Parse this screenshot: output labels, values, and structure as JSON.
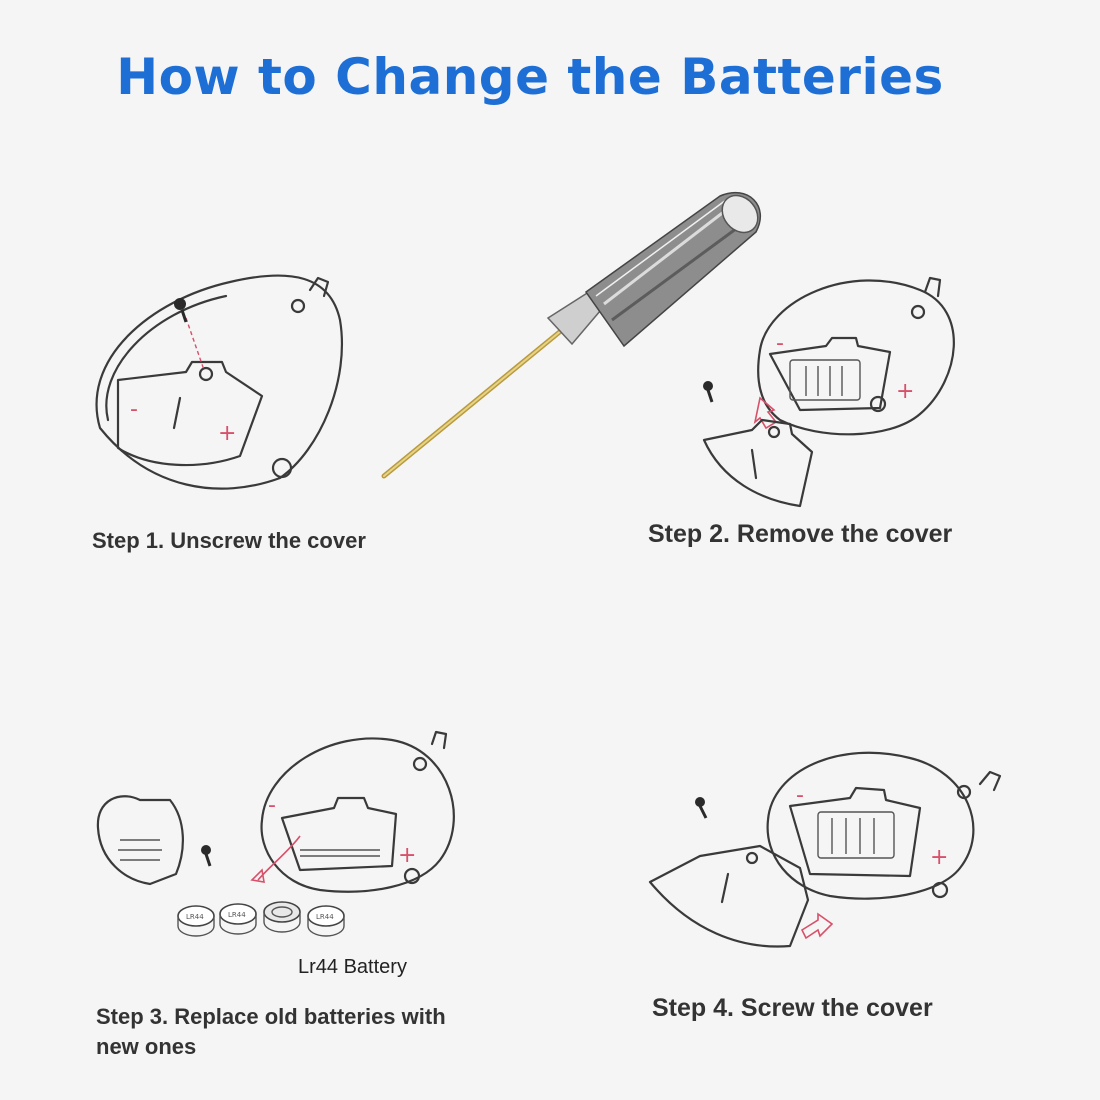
{
  "title": "How to Change the Batteries",
  "steps": {
    "step1": "Step 1. Unscrew the cover",
    "step2": "Step 2. Remove the cover",
    "step3": "Step 3. Replace old batteries with new ones",
    "step4": "Step 4. Screw the cover"
  },
  "battery_label": "Lr44 Battery",
  "battery_marking": "LR44",
  "polarity": {
    "minus": "-",
    "plus": "+"
  },
  "colors": {
    "title": "#1d6fd6",
    "accent": "#d8506a",
    "line": "#3a3a3a"
  },
  "icons": [
    "screwdriver-icon",
    "screw-icon",
    "battery-coin-icon",
    "arrow-icon"
  ]
}
